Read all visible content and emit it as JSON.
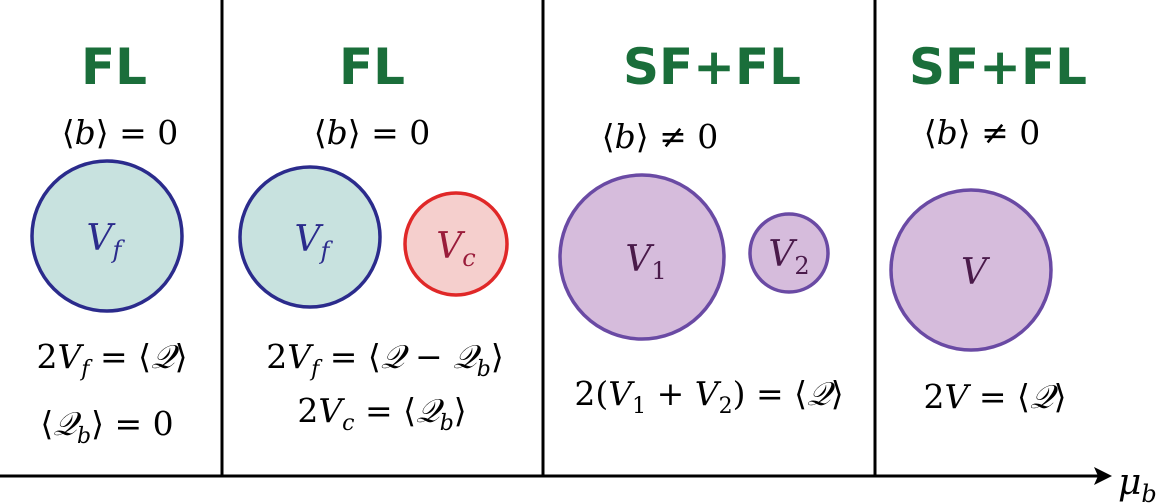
{
  "colors": {
    "title": "#1a6e3a",
    "fermi_fill": "#c8e2df",
    "fermi_stroke": "#2b2b8c",
    "fermi_text": "#2b2b8c",
    "c_fill": "#f5cfcd",
    "c_stroke": "#e02828",
    "c_text": "#9a1c3a",
    "sf_fill": "#d6bcdc",
    "sf_stroke": "#6a4aa4",
    "sf_text": "#4a1a4a"
  },
  "axis": {
    "label": "μ_b"
  },
  "regions": [
    {
      "title": "FL",
      "condition": "⟨b⟩ = 0",
      "circles": [
        {
          "label": "V_f",
          "kind": "fermi"
        }
      ],
      "equations": [
        "2V_f = ⟨𝒬⟩",
        "⟨𝒬_b⟩ = 0"
      ]
    },
    {
      "title": "FL",
      "condition": "⟨b⟩ = 0",
      "circles": [
        {
          "label": "V_f",
          "kind": "fermi"
        },
        {
          "label": "V_c",
          "kind": "c"
        }
      ],
      "equations": [
        "2V_f = ⟨𝒬 − 𝒬_b⟩",
        "2V_c = ⟨𝒬_b⟩"
      ]
    },
    {
      "title": "SF+FL",
      "condition": "⟨b⟩ ≠ 0",
      "circles": [
        {
          "label": "V_1",
          "kind": "sf"
        },
        {
          "label": "V_2",
          "kind": "sf"
        }
      ],
      "equations": [
        "2(V_1 + V_2) = ⟨𝒬⟩"
      ]
    },
    {
      "title": "SF+FL",
      "condition": "⟨b⟩ ≠ 0",
      "circles": [
        {
          "label": "V",
          "kind": "sf"
        }
      ],
      "equations": [
        "2V = ⟨𝒬⟩"
      ]
    }
  ]
}
